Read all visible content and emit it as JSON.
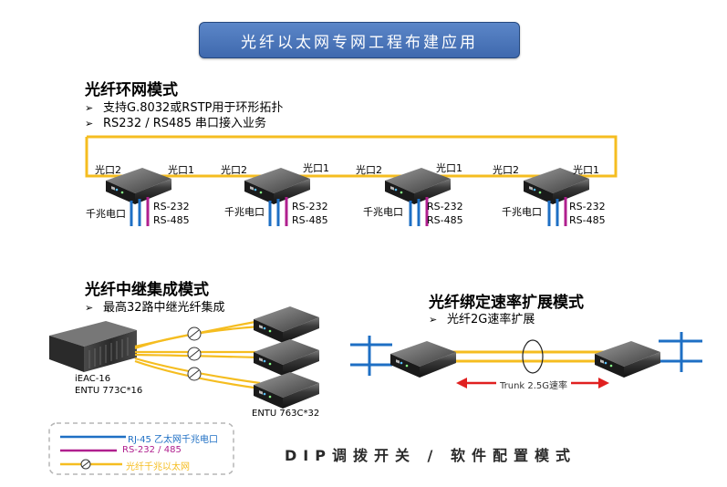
{
  "banner": "光纤以太网专网工程布建应用",
  "ring": {
    "title": "光纤环网模式",
    "bullets": [
      "支持G.8032或RSTP用于环形拓扑",
      "RS232 / RS485 串口接入业务"
    ],
    "devices": [
      {
        "port2": "光口2",
        "port1": "光口1",
        "eth": "千兆电口",
        "rs232": "RS-232",
        "rs485": "RS-485"
      },
      {
        "port2": "光口2",
        "port1": "光口1",
        "eth": "千兆电口",
        "rs232": "RS-232",
        "rs485": "RS-485"
      },
      {
        "port2": "光口2",
        "port1": "光口1",
        "eth": "千兆电口",
        "rs232": "RS-232",
        "rs485": "RS-485"
      },
      {
        "port2": "光口2",
        "port1": "光口1",
        "eth": "千兆电口",
        "rs232": "RS-232",
        "rs485": "RS-485"
      }
    ]
  },
  "relay": {
    "title": "光纤中继集成模式",
    "bullet": "最高32路中继光纤集成",
    "chassis_model": "iEAC-16",
    "chassis_cards": "ENTU 773C*16",
    "remote_label": "ENTU 763C*32"
  },
  "bond": {
    "title": "光纤绑定速率扩展模式",
    "bullet": "光纤2G速率扩展",
    "trunk": "Trunk 2.5G速率"
  },
  "legend": {
    "rj45": "RJ-45 乙太网千兆电口",
    "rs": "RS-232 / 485",
    "fiber": "光纤千兆以太网"
  },
  "footer": "DIP调拨开关 / 软件配置模式",
  "colors": {
    "fiber": "#f5bd20",
    "ethernet": "#1e6fc4",
    "serial": "#b01f8e",
    "trunk": "#e02020"
  }
}
